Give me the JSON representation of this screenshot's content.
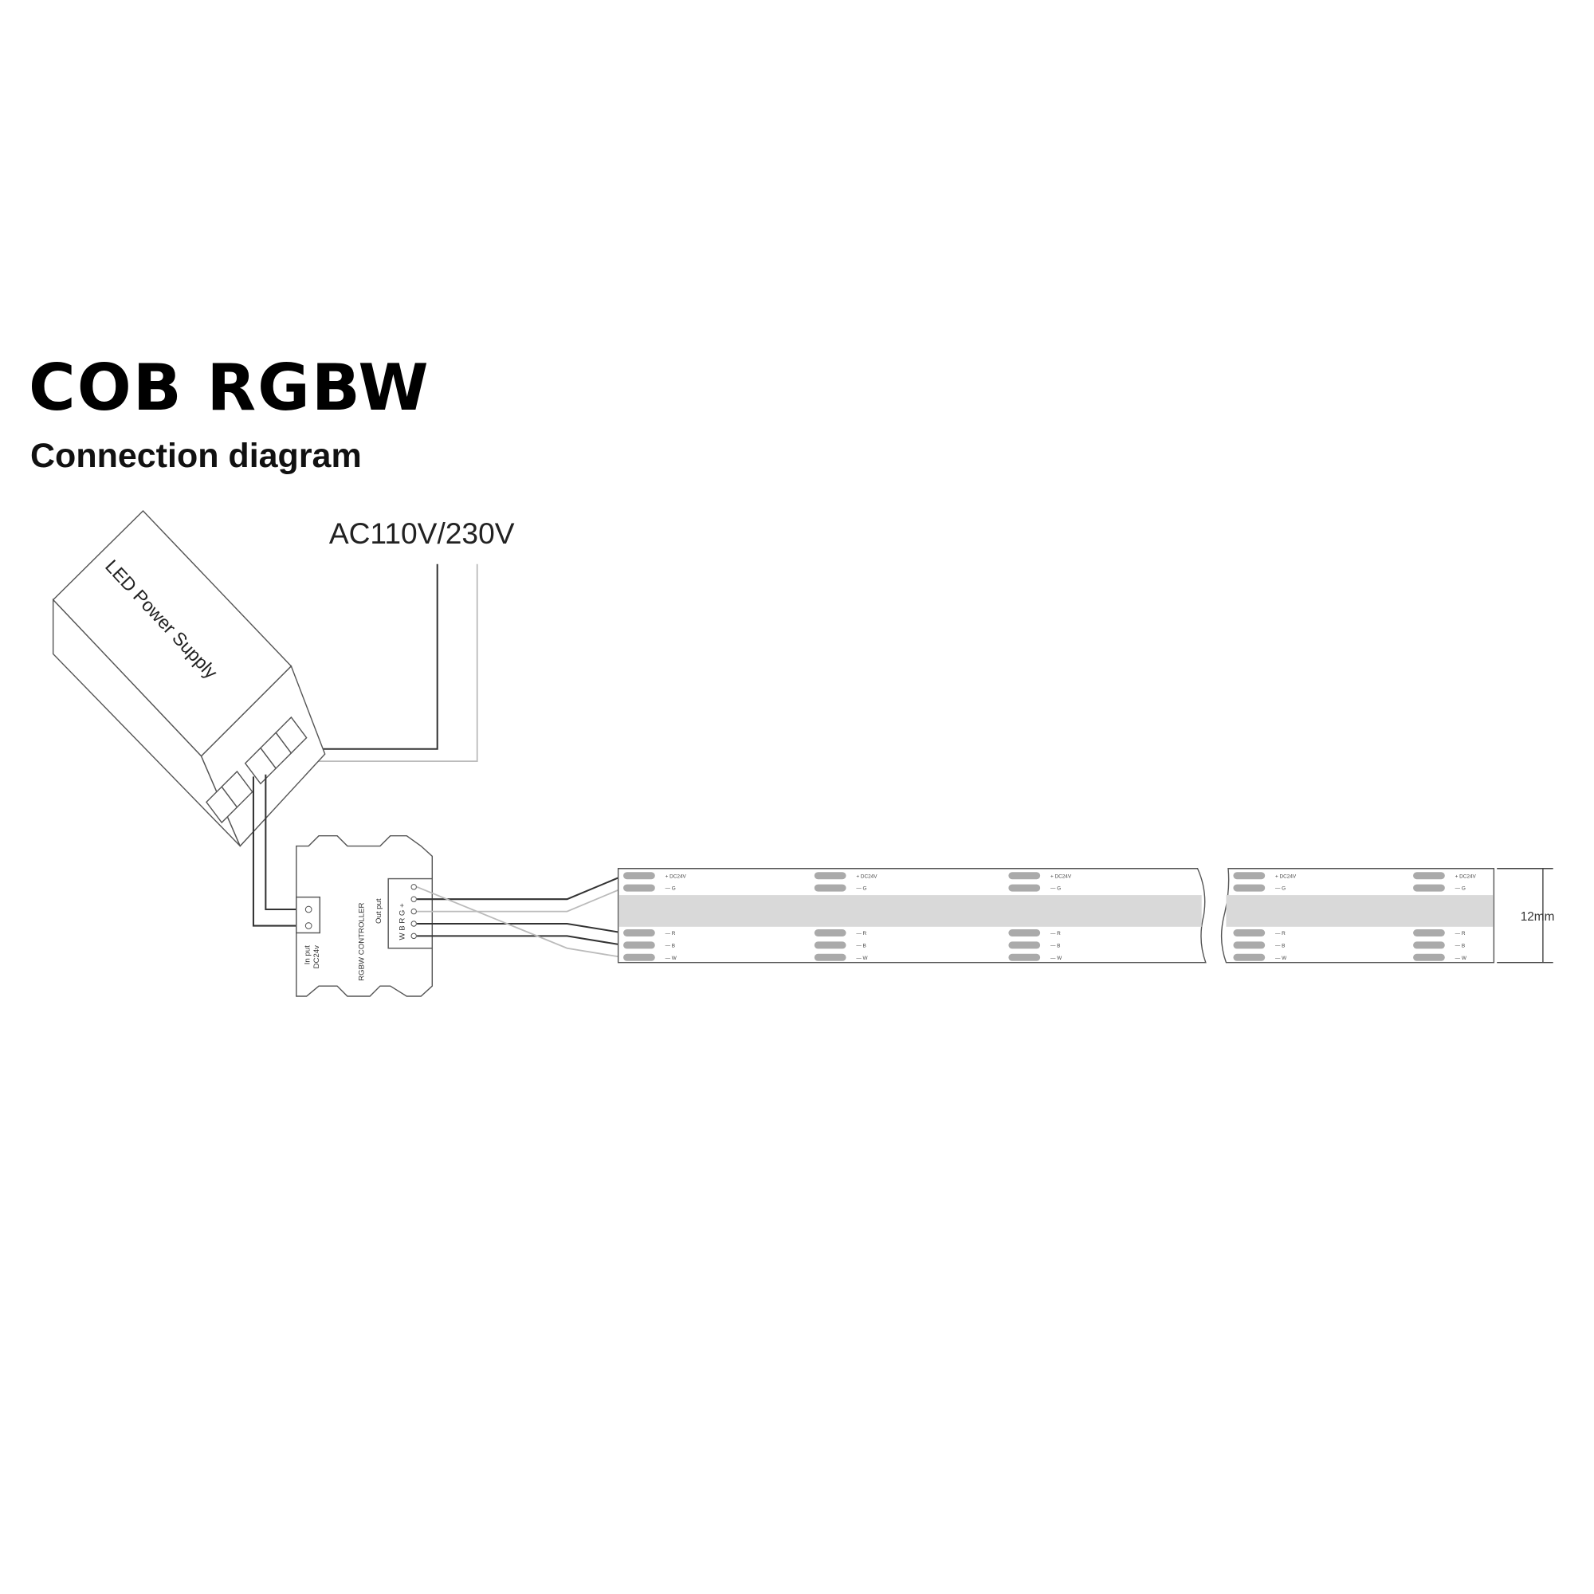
{
  "title": "COB RGBW",
  "subtitle": "Connection diagram",
  "diagram": {
    "power_supply_label": "LED Power Supply",
    "mains_label": "AC110V/230V",
    "controller_label": "RGBW  CONTROLLER",
    "controller_input_label_1": "In put",
    "controller_input_label_2": "DC24v",
    "controller_output_label": "Out put",
    "controller_output_pins": "W B R G +",
    "strip_width_label": "12mm",
    "strip_pad_labels": [
      "+ DC24V",
      "— G",
      "— R",
      "— B",
      "— W"
    ],
    "colors": {
      "line": "#444444",
      "strip_band": "#d9d9d9",
      "pad": "#aaaaaa"
    }
  }
}
